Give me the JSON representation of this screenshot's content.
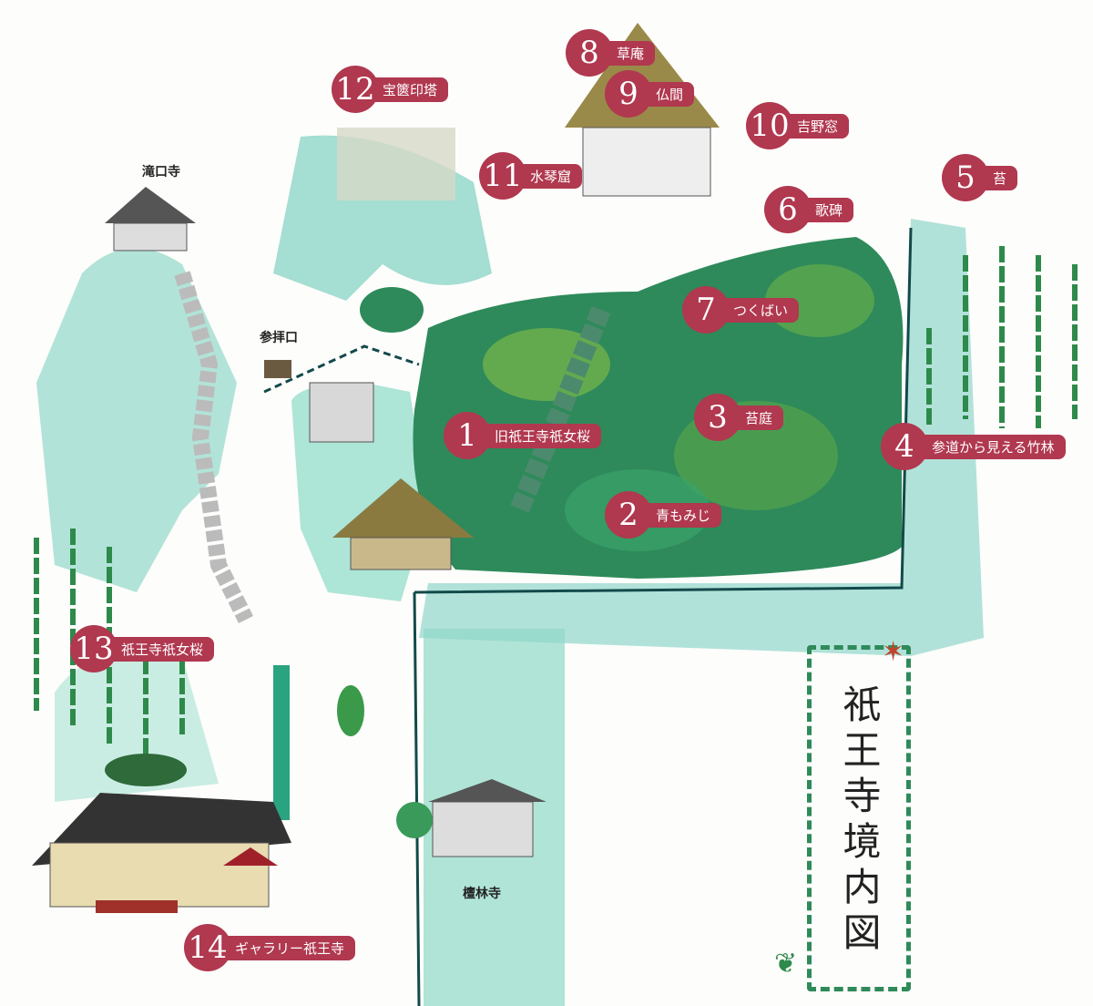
{
  "title": "祇王寺境内図",
  "places": {
    "takiguchidera": "滝口寺",
    "entrance": "参拝口",
    "danrinji": "檀林寺"
  },
  "markers": [
    {
      "num": "1",
      "label": "旧祇王寺祇女桜"
    },
    {
      "num": "2",
      "label": "青もみじ"
    },
    {
      "num": "3",
      "label": "苔庭"
    },
    {
      "num": "4",
      "label": "参道から見える竹林"
    },
    {
      "num": "5",
      "label": "苔"
    },
    {
      "num": "6",
      "label": "歌碑"
    },
    {
      "num": "7",
      "label": "つくばい"
    },
    {
      "num": "8",
      "label": "草庵"
    },
    {
      "num": "9",
      "label": "仏間"
    },
    {
      "num": "10",
      "label": "吉野窓"
    },
    {
      "num": "11",
      "label": "水琴窟"
    },
    {
      "num": "12",
      "label": "宝篋印塔"
    },
    {
      "num": "13",
      "label": "祇王寺祇女桜"
    },
    {
      "num": "14",
      "label": "ギャラリー祇王寺"
    }
  ],
  "colors": {
    "marker": "#b0384f",
    "water": "#7fd1c3",
    "moss": "#2e8a5a"
  }
}
